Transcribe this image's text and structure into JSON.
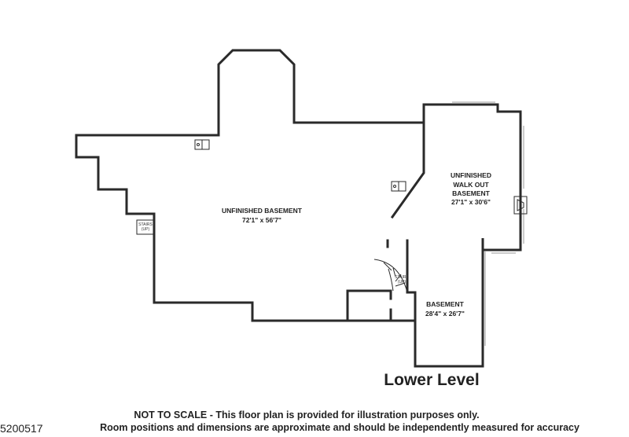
{
  "rooms": [
    {
      "name": "UNFINISHED BASEMENT",
      "dims": "72'1\" x 56'7\""
    },
    {
      "name_lines": [
        "UNFINISHED",
        "WALK OUT",
        "BASEMENT"
      ],
      "dims": "27'1\" x 30'6\""
    },
    {
      "name": "BASEMENT",
      "dims": "28'4\" x 26'7\""
    }
  ],
  "stairs": [
    {
      "lines": [
        "STAIRS",
        "(UP)"
      ]
    },
    {
      "lines": [
        "STAIRS",
        "(UP)"
      ]
    }
  ],
  "level_title": "Lower Level",
  "disclaimer": {
    "line1": "NOT TO SCALE - This floor plan is provided for illustration purposes only.",
    "line2": "Room positions and dimensions are approximate and should be independently measured for accuracy"
  },
  "listing_id": "5200517",
  "colors": {
    "wall": "#2a2a2a",
    "window": "#9a9a9a",
    "background": "#ffffff"
  }
}
